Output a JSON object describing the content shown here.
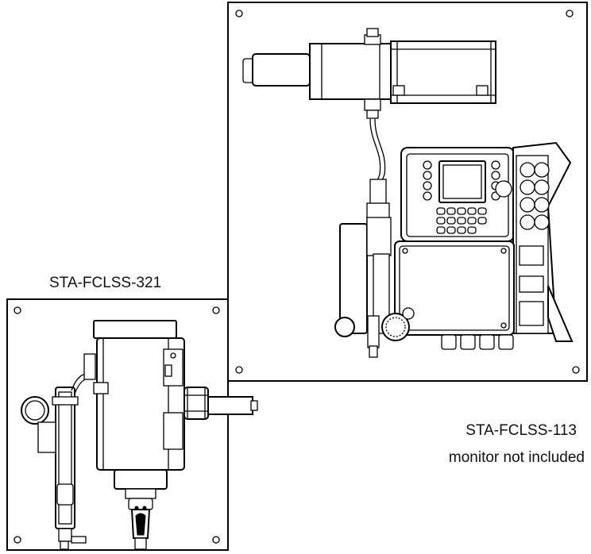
{
  "labels": {
    "left_model": "STA-FCLSS-321",
    "right_model": "STA-FCLSS-113",
    "right_note": "monitor not included"
  },
  "colors": {
    "line": "#000000",
    "background": "#ffffff"
  }
}
